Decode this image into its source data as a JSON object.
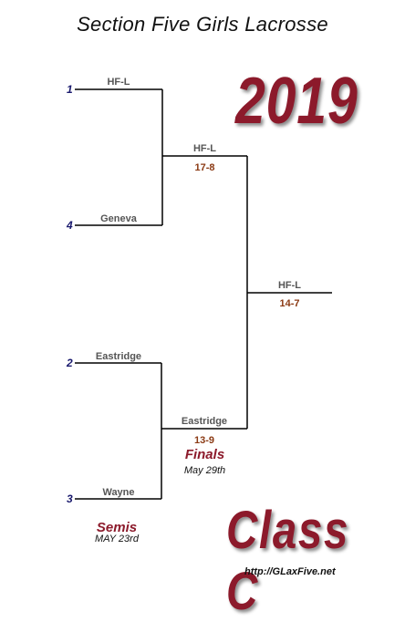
{
  "title": "Section Five Girls Lacrosse",
  "year": "2019",
  "class_label": "Class C",
  "website": "http://GLaxFive.net",
  "seeds": {
    "s1": "1",
    "s4": "4",
    "s2": "2",
    "s3": "3"
  },
  "teams": {
    "r1_top": "HF-L",
    "r1_second": "Geneva",
    "r1_third": "Eastridge",
    "r1_bottom": "Wayne",
    "semi_top": "HF-L",
    "semi_bottom": "Eastridge",
    "champion": "HF-L"
  },
  "scores": {
    "semi_top": "17-8",
    "semi_bottom": "13-9",
    "final": "14-7"
  },
  "rounds": {
    "semis_label": "Semis",
    "semis_date": "MAY 23rd",
    "finals_label": "Finals",
    "finals_date": "May 29th"
  },
  "colors": {
    "accent": "#8c1a2b",
    "score": "#8b3a14",
    "seed": "#1a1a6e",
    "team": "#555555"
  }
}
